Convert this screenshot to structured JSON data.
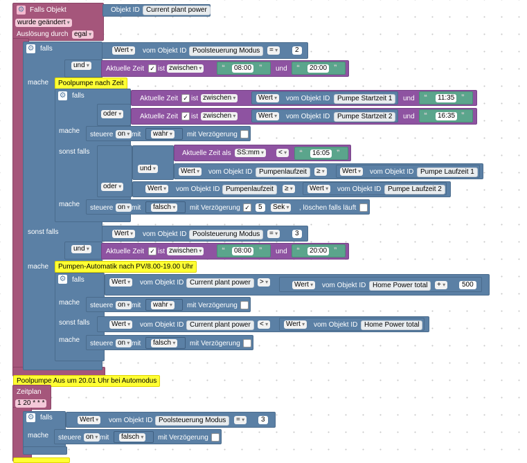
{
  "trigger": {
    "title": "Falls Objekt",
    "object_id_label": "Objekt ID",
    "object_id_value": "Current plant power",
    "changed_label": "wurde geändert",
    "trigger_label": "Auslösung durch",
    "trigger_value": "egal"
  },
  "words": {
    "falls": "falls",
    "und": "und",
    "oder": "oder",
    "mache": "mache",
    "sonst_falls": "sonst falls",
    "wert": "Wert",
    "vom_objekt_id": "vom Objekt ID",
    "aktuelle_zeit": "Aktuelle Zeit",
    "ist": "ist",
    "zwischen": "zwischen",
    "aktuelle_zeit_als": "Aktuelle Zeit als",
    "steuere": "steuere",
    "on": "on",
    "mit": "mit",
    "mit_verzoegerung": "mit Verzögerung",
    "wahr": "wahr",
    "falsch": "falsch",
    "ss_mm": "SS:mm",
    "sek": "Sek",
    "loeschen": ", löschen falls läuft",
    "check": "✓"
  },
  "ops": {
    "eq": "=",
    "lt": "<",
    "gte": "≥",
    "gt": ">",
    "plus": "+"
  },
  "objects": {
    "poolsteuerung_modus": "Poolsteuerung Modus",
    "pumpe_startzeit_1": "Pumpe Startzeit 1",
    "pumpe_startzeit_2": "Pumpe Startzeit 2",
    "pumpenlaufzeit": "Pumpenlaufzeit",
    "pumpe_laufzeit_1": "Pumpe Laufzeit 1",
    "pumpe_laufzeit_2": "Pumpe Laufzeit 2",
    "current_plant_power": "Current plant power",
    "home_power_total": "Home Power total"
  },
  "values": {
    "mode_2": "2",
    "mode_3": "3",
    "t_0800": "08:00",
    "t_2000": "20:00",
    "t_1135": "11:35",
    "t_1635": "16:35",
    "t_1605": "16:05",
    "delay_5": "5",
    "offset_500": "500",
    "quote_open": "❝",
    "quote_close": "❞"
  },
  "comments": {
    "c1": "Poolpumpe nach Zeit",
    "c2": "Pumpen-Automatik nach PV/8.00-19.00 Uhr",
    "c3": "Poolpumpe Aus um 20.01 Uhr bei Automodus"
  },
  "schedule": {
    "title": "Zeitplan",
    "cron": "1 20 * * *"
  },
  "colors": {
    "trigger": "#a5567b",
    "logic": "#5b80a5",
    "time": "#8e53a1",
    "text": "#5ba58c",
    "comment": "#ffff33"
  }
}
